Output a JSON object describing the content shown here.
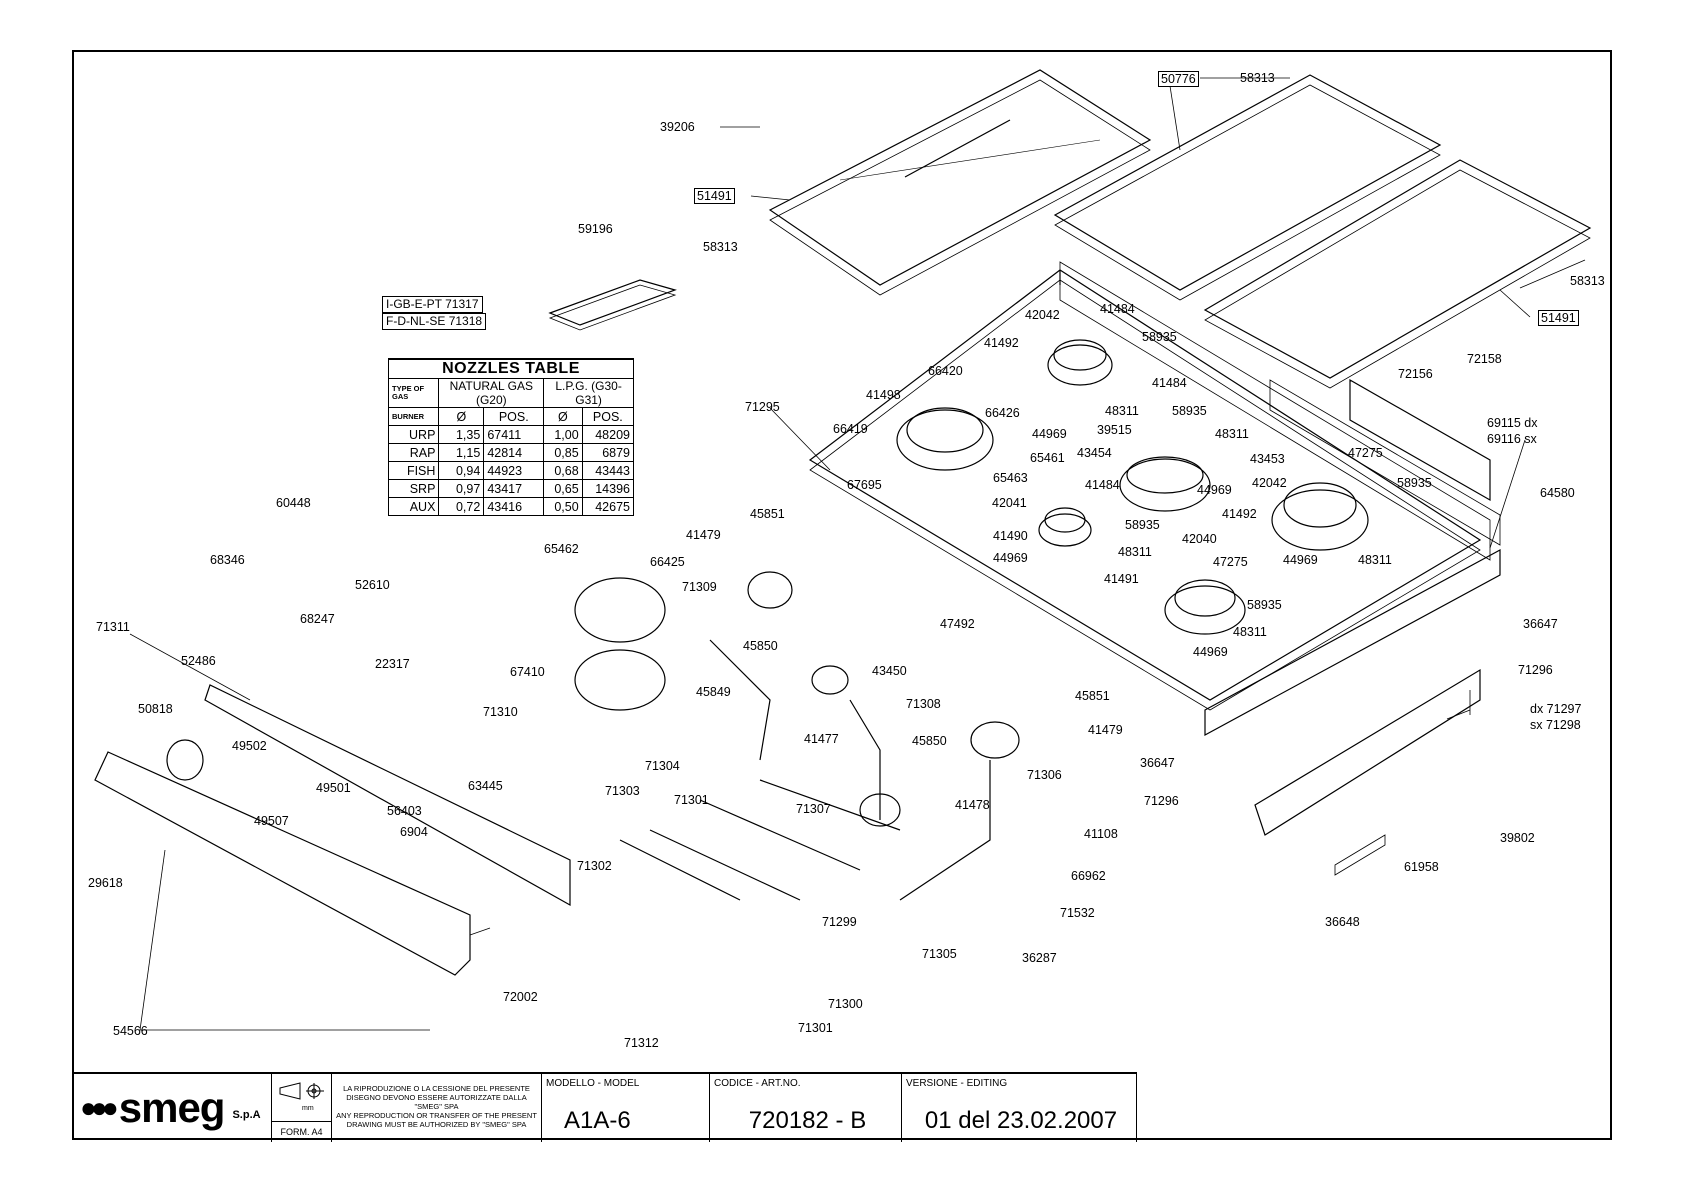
{
  "parts": {
    "p39206": "39206",
    "p51491a": "51491",
    "p58313a": "58313",
    "p59196": "59196",
    "p71317": "71317",
    "p71318": "71318",
    "p50776": "50776",
    "p58313b": "58313",
    "p58313c": "58313",
    "p51491b": "51491",
    "p42042a": "42042",
    "p41484a": "41484",
    "p41492a": "41492",
    "p58935a": "58935",
    "p66420": "66420",
    "p41498": "41498",
    "p41484b": "41484",
    "p72156": "72156",
    "p72158": "72158",
    "p71295": "71295",
    "p66426": "66426",
    "p48311a": "48311",
    "p58935b": "58935",
    "p66419": "66419",
    "p44969a": "44969",
    "p39515": "39515",
    "p48311b": "48311",
    "p69115": "69115 dx",
    "p69116": "69116 sx",
    "p65461": "65461",
    "p43454": "43454",
    "p43453": "43453",
    "p47275a": "47275",
    "p65463": "65463",
    "p42042b": "42042",
    "p58935c": "58935",
    "p67695": "67695",
    "p41484c": "41484",
    "p44969b": "44969",
    "p42041": "42041",
    "p58935d": "58935",
    "p64580": "64580",
    "p41492b": "41492",
    "p41490": "41490",
    "p42040": "42040",
    "p44969c": "44969",
    "p48311c": "48311",
    "p48311d": "48311",
    "p44969d": "44969",
    "p47275b": "47275",
    "p41491": "41491",
    "p58935e": "58935",
    "p48311e": "48311",
    "p44969e": "44969",
    "p36647a": "36647",
    "p71296a": "71296",
    "p60448": "60448",
    "p68346": "68346",
    "p65462": "65462",
    "p66425": "66425",
    "p41479a": "41479",
    "p45851a": "45851",
    "p71309": "71309",
    "p47492": "47492",
    "p52610": "52610",
    "p68247": "68247",
    "p71311": "71311",
    "p52486": "52486",
    "p22317": "22317",
    "p45850a": "45850",
    "p43450": "43450",
    "p67410": "67410",
    "p45849": "45849",
    "p71310": "71310",
    "p71308": "71308",
    "p45851b": "45851",
    "p41479b": "41479",
    "p71297": "dx 71297",
    "p71298": "sx 71298",
    "p50818": "50818",
    "p41477": "41477",
    "p45850b": "45850",
    "p49502": "49502",
    "p49501": "49501",
    "p71304": "71304",
    "p71303": "71303",
    "p71301a": "71301",
    "p71306": "71306",
    "p36647b": "36647",
    "p71296b": "71296",
    "p63445": "63445",
    "p56403": "56403",
    "p6904": "6904",
    "p49507": "49507",
    "p71307": "71307",
    "p41478": "41478",
    "p41108": "41108",
    "p39802": "39802",
    "p29618": "29618",
    "p71302": "71302",
    "p66962": "66962",
    "p61958": "61958",
    "p71532": "71532",
    "p71299": "71299",
    "p71305": "71305",
    "p36287": "36287",
    "p36648": "36648",
    "p72002": "72002",
    "p71300": "71300",
    "p54566": "54566",
    "p71301b": "71301",
    "p71312": "71312"
  },
  "manual_languages": {
    "row1_code": "I-GB-E-PT",
    "row1_part": "71317",
    "row2_code": "F-D-NL-SE",
    "row2_part": "71318"
  },
  "nozzles_table": {
    "title": "NOZZLES TABLE",
    "type_of_gas": "TYPE OF GAS",
    "burner": "BURNER",
    "natural_gas": "NATURAL GAS (G20)",
    "lpg": "L.P.G. (G30-G31)",
    "diam": "Ø",
    "pos": "POS.",
    "rows": [
      {
        "burner": "URP",
        "ng_d": "1,35",
        "ng_pos": "67411",
        "lpg_d": "1,00",
        "lpg_pos": "48209"
      },
      {
        "burner": "RAP",
        "ng_d": "1,15",
        "ng_pos": "42814",
        "lpg_d": "0,85",
        "lpg_pos": "6879"
      },
      {
        "burner": "FISH",
        "ng_d": "0,94",
        "ng_pos": "44923",
        "lpg_d": "0,68",
        "lpg_pos": "43443"
      },
      {
        "burner": "SRP",
        "ng_d": "0,97",
        "ng_pos": "43417",
        "lpg_d": "0,65",
        "lpg_pos": "14396"
      },
      {
        "burner": "AUX",
        "ng_d": "0,72",
        "ng_pos": "43416",
        "lpg_d": "0,50",
        "lpg_pos": "42675"
      }
    ]
  },
  "title_block": {
    "brand": "smeg",
    "company": "S.p.A",
    "format": "FORM. A4",
    "unit": "mm",
    "disclaimer_it": "LA RIPRODUZIONE O LA CESSIONE DEL PRESENTE DISEGNO DEVONO ESSERE AUTORIZZATE DALLA \"SMEG\" SPA",
    "disclaimer_en": "ANY REPRODUCTION OR TRANSFER OF THE PRESENT DRAWING MUST BE AUTHORIZED BY \"SMEG\" SPA",
    "model_caption": "MODELLO - MODEL",
    "model": "A1A-6",
    "code_caption": "CODICE - ART.NO.",
    "code": "720182 - B",
    "version_caption": "VERSIONE - EDITING",
    "version": "01 del 23.02.2007"
  }
}
